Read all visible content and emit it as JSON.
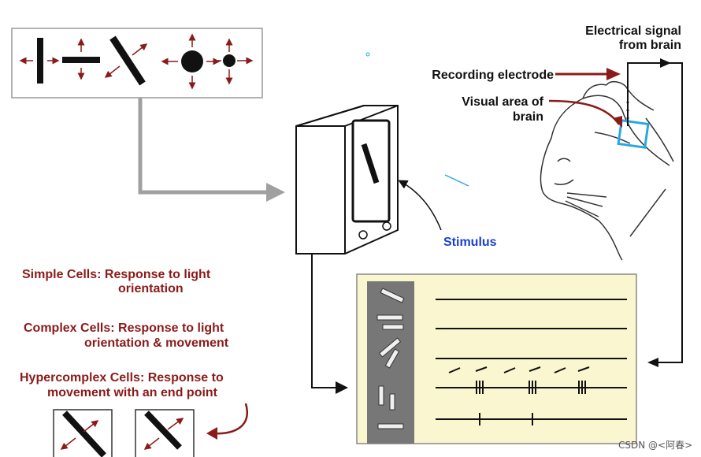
{
  "labels": {
    "electrical_signal_line1": "Electrical signal",
    "electrical_signal_line2": "from brain",
    "recording_electrode": "Recording electrode",
    "visual_area_line1": "Visual area of",
    "visual_area_line2": "brain",
    "stimulus": "Stimulus"
  },
  "cell_types": {
    "simple_line1": "Simple Cells: Response to light",
    "simple_line2": "orientation",
    "complex_line1": "Complex Cells: Response to light",
    "complex_line2": "orientation & movement",
    "hyper_line1": "Hypercomplex Cells: Response to",
    "hyper_line2": "movement with an end point"
  },
  "watermark": "CSDN @<阿春>",
  "colors": {
    "label_red": "#8b1a1a",
    "stimulus_blue": "#1a3fd0",
    "arrow_gray": "#a0a0a0",
    "recording_panel": "#faf6cf",
    "electrode_cyan": "#29a8e0"
  }
}
